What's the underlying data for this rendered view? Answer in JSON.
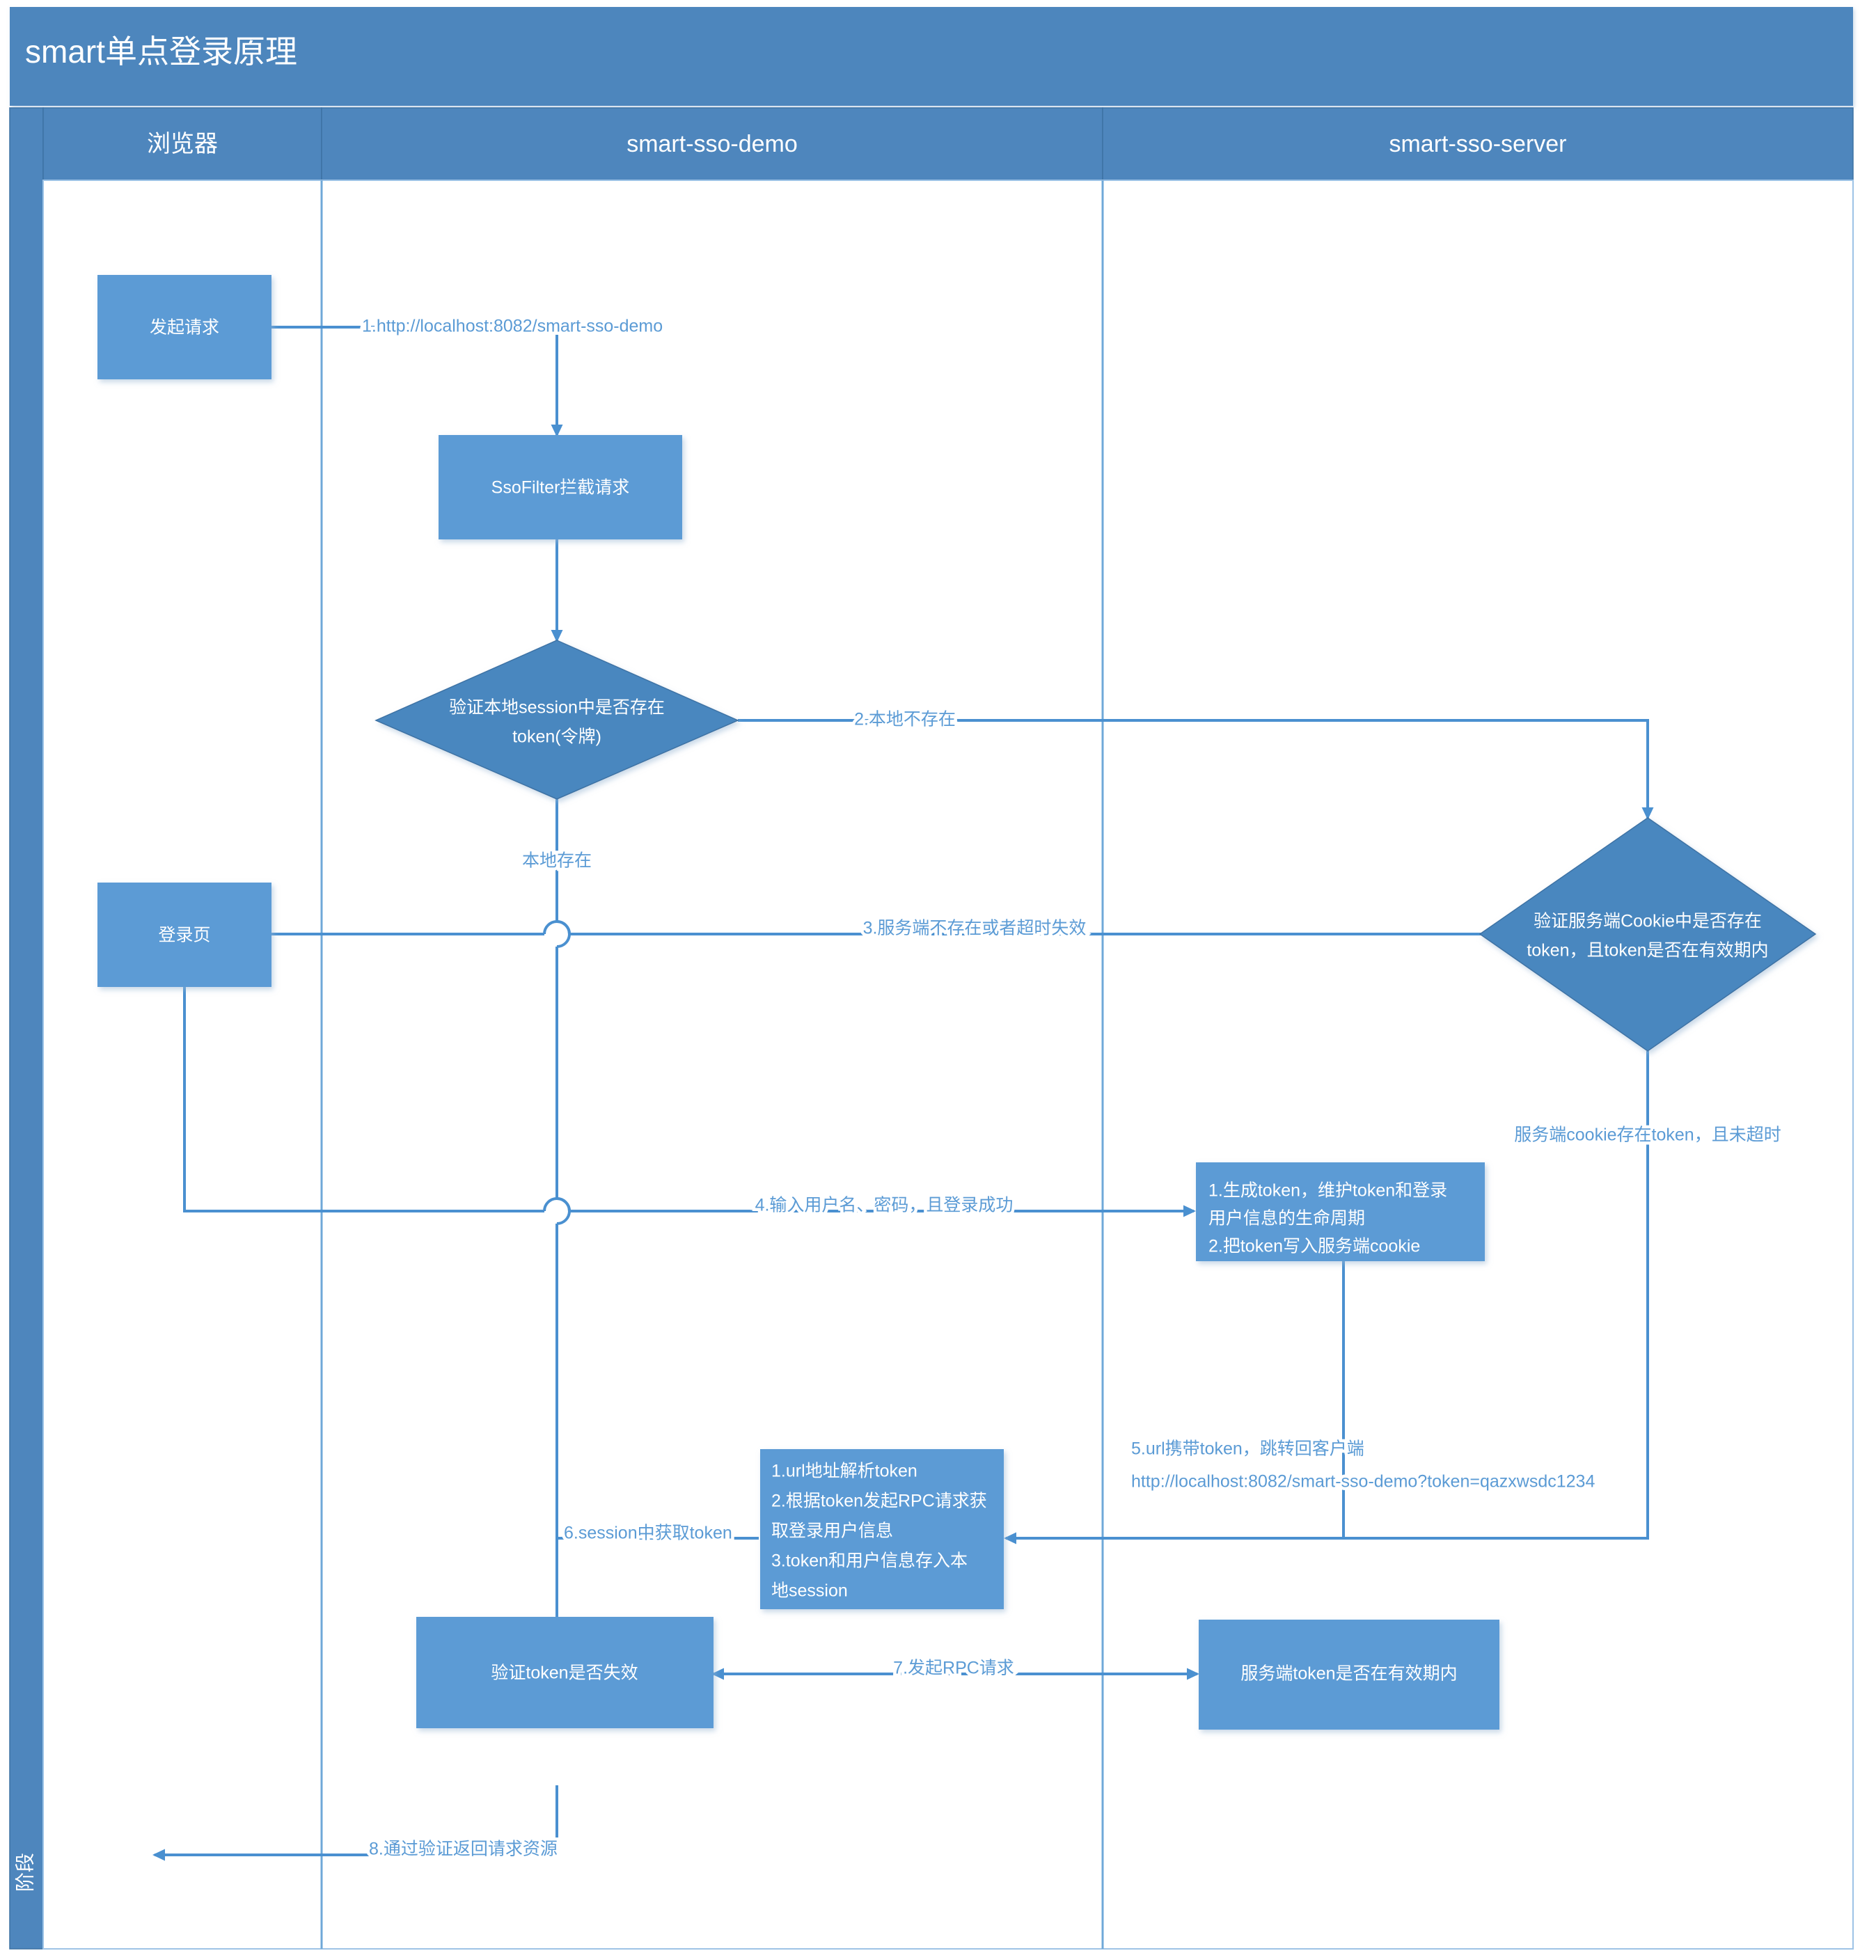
{
  "diagram": {
    "title": "smart单点登录原理",
    "phase_label": "阶段",
    "colors": {
      "title_band": "#4E86BD",
      "header_band": "#4E86BD",
      "box_fill": "#5B9BD5",
      "diamond_fill": "#4A87BF",
      "line": "#4A90D0",
      "lane_border": "#9DC3E6",
      "text_on_fill": "#FFFFFF",
      "label_text": "#5B9BD5"
    },
    "lanes": [
      {
        "id": "browser",
        "label": "浏览器"
      },
      {
        "id": "demo",
        "label": "smart-sso-demo"
      },
      {
        "id": "server",
        "label": "smart-sso-server"
      }
    ],
    "nodes": [
      {
        "id": "n1",
        "lane": "browser",
        "shape": "rect",
        "lines": [
          "发起请求"
        ]
      },
      {
        "id": "n2",
        "lane": "demo",
        "shape": "rect",
        "lines": [
          "SsoFilter拦截请求"
        ]
      },
      {
        "id": "n3",
        "lane": "demo",
        "shape": "diamond",
        "lines": [
          "验证本地session中是否存在",
          "token(令牌)"
        ]
      },
      {
        "id": "n4",
        "lane": "server",
        "shape": "diamond",
        "lines": [
          "验证服务端Cookie中是否存在",
          "token，且token是否在有效期内"
        ]
      },
      {
        "id": "n5",
        "lane": "browser",
        "shape": "rect",
        "lines": [
          "登录页"
        ]
      },
      {
        "id": "n6",
        "lane": "server",
        "shape": "rect",
        "lines": [
          "1.生成token，维护token和登录",
          "用户信息的生命周期",
          "2.把token写入服务端cookie"
        ]
      },
      {
        "id": "n7",
        "lane": "demo",
        "shape": "rect",
        "lines": [
          "1.url地址解析token",
          "2.根据token发起RPC请求获",
          "取登录用户信息",
          "3.token和用户信息存入本",
          "地session"
        ]
      },
      {
        "id": "n8",
        "lane": "demo",
        "shape": "rect",
        "lines": [
          "验证token是否失效"
        ]
      },
      {
        "id": "n9",
        "lane": "server",
        "shape": "rect",
        "lines": [
          "服务端token是否在有效期内"
        ]
      }
    ],
    "edge_labels": [
      {
        "id": "e1",
        "text": "1.http://localhost:8082/smart-sso-demo"
      },
      {
        "id": "e2",
        "text": "2.本地不存在"
      },
      {
        "id": "e3",
        "text": "本地存在"
      },
      {
        "id": "e4",
        "text": "3.服务端不存在或者超时失效"
      },
      {
        "id": "e5",
        "text": "服务端cookie存在token，且未超时"
      },
      {
        "id": "e6",
        "text": "4.输入用户名、密码，且登录成功"
      },
      {
        "id": "e7a",
        "text": "5.url携带token，跳转回客户端"
      },
      {
        "id": "e7b",
        "text": "http://localhost:8082/smart-sso-demo?token=qazxwsdc1234"
      },
      {
        "id": "e8",
        "text": "6.session中获取token"
      },
      {
        "id": "e9",
        "text": "7.发起RPC请求"
      },
      {
        "id": "e10",
        "text": "8.通过验证返回请求资源"
      }
    ]
  }
}
